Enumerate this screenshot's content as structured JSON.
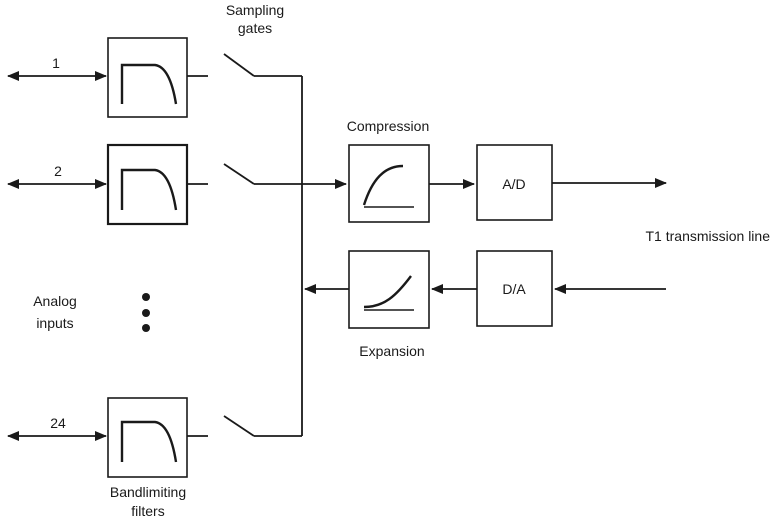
{
  "labels": {
    "sampling_gates": [
      "Sampling",
      "gates"
    ],
    "compression": "Compression",
    "expansion": "Expansion",
    "ad": "A/D",
    "da": "D/A",
    "t1_line": "T1 transmission line",
    "analog_inputs": [
      "Analog",
      "inputs"
    ],
    "bandlimiting_filters": [
      "Bandlimiting",
      "filters"
    ]
  },
  "channels": [
    {
      "label": "1"
    },
    {
      "label": "2"
    },
    {
      "label": "24"
    }
  ],
  "colors": {
    "ink": "#1a1a1a",
    "background": "#ffffff"
  }
}
